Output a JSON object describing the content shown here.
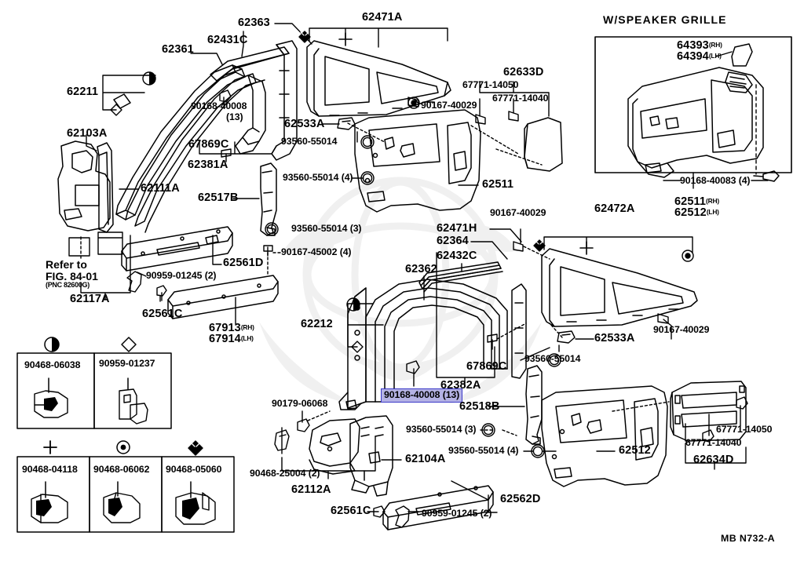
{
  "figure": {
    "footer_code": "MB  N732-A",
    "speaker_box_title": "W/SPEAKER GRILLE",
    "refer_note_line1": "Refer to",
    "refer_note_line2": "FIG. 84-01",
    "refer_note_line3": "(PNC 82600G)",
    "highlight_color": "#b4b2e4",
    "highlight_border": "#3b39c8"
  },
  "highlighted_part": {
    "number": "90168-40008 (13)"
  },
  "suffix": {
    "rh": "(RH)",
    "lh": "(LH)"
  },
  "callouts": {
    "c62363": "62363",
    "c62431C": "62431C",
    "c62361": "62361",
    "c62211": "62211",
    "c90168_40008": "90168-40008",
    "c90168_qty": "(13)",
    "c67869C_top": "67869C",
    "c62381A": "62381A",
    "c62103A": "62103A",
    "c62111A": "62111A",
    "c62117A": "62117A",
    "c62517B": "62517B",
    "c62561D": "62561D",
    "c62561C_top": "62561C",
    "c90959_01245_a": "90959-01245 (2)",
    "c90167_45002": "90167-45002 (4)",
    "c93560_55014_3a": "93560-55014 (3)",
    "c93560_55014_4a": "93560-55014 (4)",
    "c93560_55014_a": "93560-55014",
    "c62533A_top": "62533A",
    "c62471A": "62471A",
    "c62633D": "62633D",
    "c67771_14050_top": "67771-14050",
    "c67771_14040_top": "67771-14040",
    "c90167_40029_top": "90167-40029",
    "c62511_mid": "62511",
    "c64393": "64393",
    "c64394": "64394",
    "c90168_40083": "90168-40083 (4)",
    "c62511_box": "62511",
    "c62512_box": "62512",
    "c62472A": "62472A",
    "c90167_40029_mid": "90167-40029",
    "c90167_40029_right": "90167-40029",
    "c62471H": "62471H",
    "c62364": "62364",
    "c62432C": "62432C",
    "c62362": "62362",
    "c62212": "62212",
    "c67869C_mid": "67869C",
    "c62382A": "62382A",
    "c62533A_mid": "62533A",
    "c93560_55014_b": "93560-55014",
    "c62518B": "62518B",
    "c93560_55014_3b": "93560-55014 (3)",
    "c93560_55014_4b": "93560-55014 (4)",
    "c67913": "67913",
    "c67914": "67914",
    "c90179_06068": "90179-06068",
    "c90468_25004": "90468-25004 (2)",
    "c62112A": "62112A",
    "c62104A": "62104A",
    "c62561C_bot": "62561C",
    "c90959_01245_b": "90959-01245 (2)",
    "c62562D": "62562D",
    "c62512_bot": "62512",
    "c67771_14050_bot": "67771-14050",
    "c67771_14040_bot": "67771-14040",
    "c62634D": "62634D"
  },
  "clip_legend": {
    "row1": [
      {
        "part": "90468-06038",
        "symbol": "half-circle"
      },
      {
        "part": "90959-01237",
        "symbol": "diamond-outline"
      }
    ],
    "row2": [
      {
        "part": "90468-04118",
        "symbol": "plus-cross"
      },
      {
        "part": "90468-06062",
        "symbol": "circle-dot"
      },
      {
        "part": "90468-05060",
        "symbol": "diamond-filled"
      }
    ]
  }
}
